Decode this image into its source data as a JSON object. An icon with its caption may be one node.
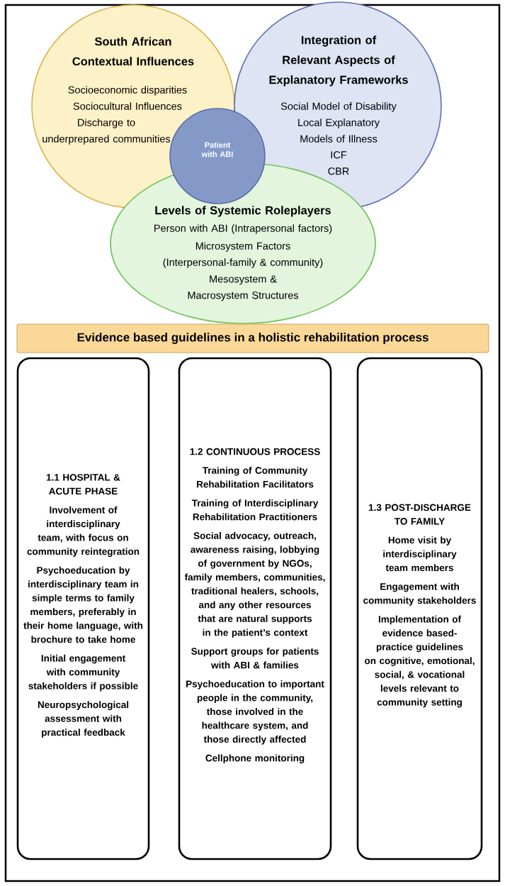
{
  "diagram": {
    "nodes": [
      {
        "text": [
          "South African Contextual Influences",
          "Socioeconomic disparities",
          "Sociocultural Influences",
          "Discharge to underprepared communities"
        ]
      },
      {
        "text": [
          "Integration of Relevant Aspects of Explanatory Frameworks",
          "Social Model of Disability",
          "Local Explanatory Models of Illness",
          "ICF",
          "CBR"
        ]
      },
      {
        "text": [
          "Levels of Systemic Roleplayers",
          "Person with ABI (Intrapersonal factors)",
          "Microsystem Factors (Interpersonal-family & community)",
          "Mesosystem & Macrosystem Structures"
        ]
      },
      {
        "text": [
          "Patient with ABI"
        ]
      },
      {
        "text": [
          "Evidence based guidelines in a holistic rehabilitation process"
        ]
      },
      {
        "text": [
          "1.1 HOSPITAL & ACUTE PHASE",
          "Involvement of interdisciplinary team, with focus on community reintegration",
          "Psychoeducation by interdisciplinary team in simple terms to family members, preferably in their home language, with brochure to take home",
          "Initial engagement with community stakeholders if possible",
          "Neuropsychological assessment with practical feedback"
        ]
      },
      {
        "text": [
          "1.2 CONTINUOUS PROCESS",
          "Training of Community Rehabilitation Facilitators",
          "Training of Interdisciplinary Rehabilitation Practitioners",
          "Social advocacy, outreach, awareness raising, lobbying of government by NGOs, family members, communities, traditional healers, schools, and any other resources that are natural supports in the patient’s context",
          "Support groups for patients with ABI & families",
          "Psychoeducation to important people in the community, those involved in the healthcare system, and those directly affected",
          "Cellphone monitoring"
        ]
      },
      {
        "text": [
          "1.3 POST-DISCHARGE TO FAMILY",
          "Home visit by interdisciplinary team members",
          "Engagement with community stakeholders",
          "Implementation of evidence based-practice guidelines on cognitive, emotional, social, & vocational levels relevant to community setting"
        ]
      }
    ]
  }
}
